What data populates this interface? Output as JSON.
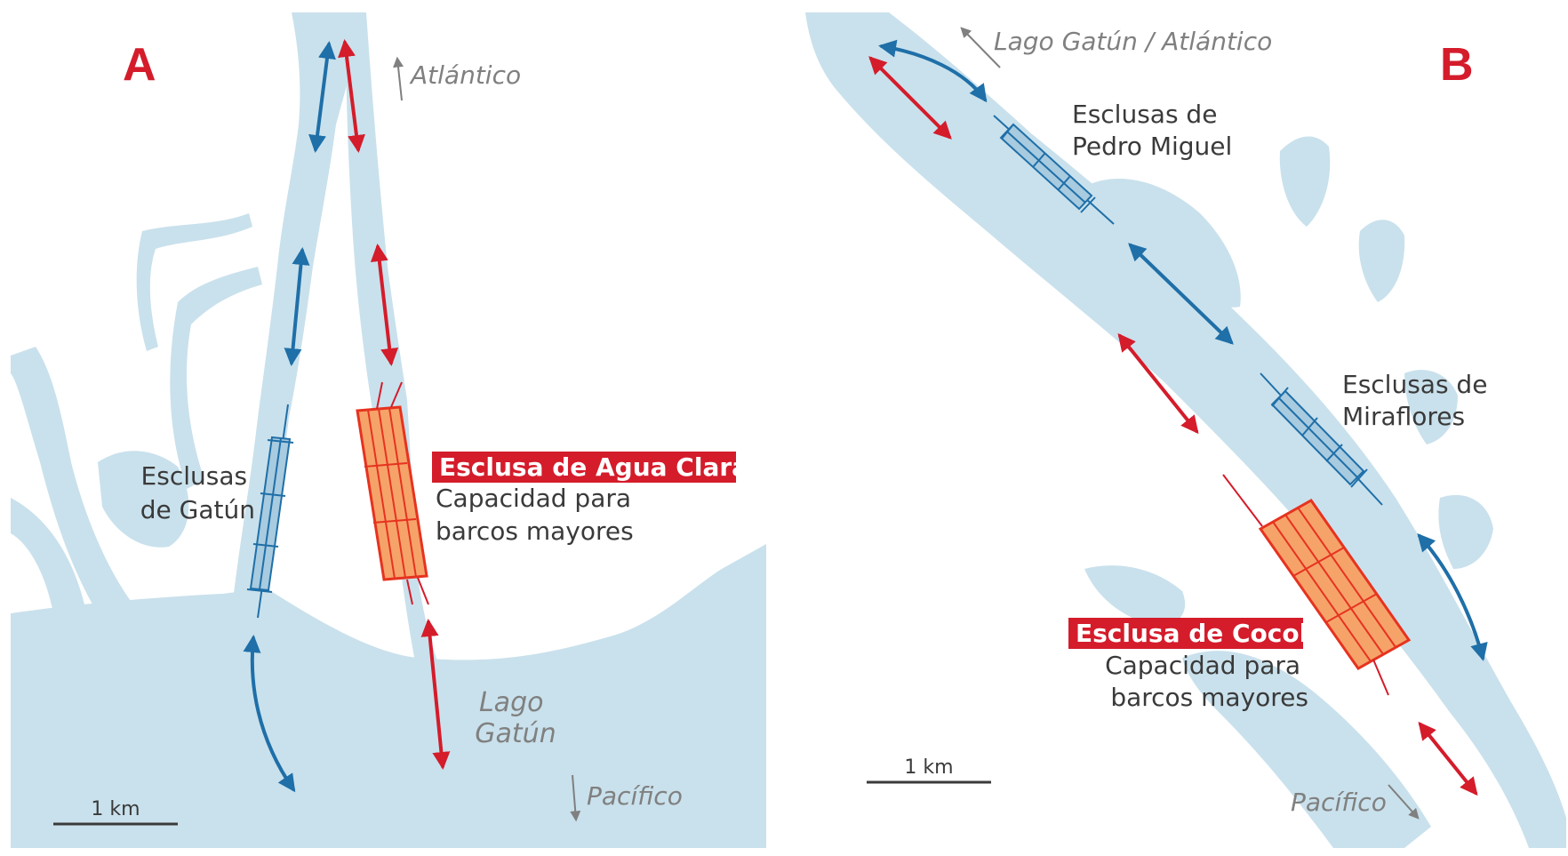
{
  "colors": {
    "water": "#c9e1ec",
    "canal_blue": "#1f6fa8",
    "canal_red": "#d41c2b",
    "new_lock_fill": "#f6a36a",
    "new_lock_stroke": "#e6331f",
    "label_text": "#3a3a3a",
    "direction_text": "#808080"
  },
  "icons": {
    "direction_arrow": "thin-arrow-icon",
    "route_arrow": "double-headed-arrow-icon"
  },
  "panel_a": {
    "letter": "A",
    "north_direction": "Atlántico",
    "south_direction": "Pacífico",
    "lake_line1": "Lago",
    "lake_line2": "Gatún",
    "old_lock_line1": "Esclusas",
    "old_lock_line2": "de Gatún",
    "new_lock_title": "Esclusa de Agua Clara",
    "new_lock_desc1": "Capacidad para",
    "new_lock_desc2": "barcos mayores",
    "scale_label": "1 km"
  },
  "panel_b": {
    "letter": "B",
    "north_direction": "Lago Gatún / Atlántico",
    "south_direction": "Pacífico",
    "lock1_line1": "Esclusas de",
    "lock1_line2": "Pedro Miguel",
    "lock2_line1": "Esclusas de",
    "lock2_line2": "Miraflores",
    "new_lock_title": "Esclusa de Cocolí",
    "new_lock_desc1": "Capacidad para",
    "new_lock_desc2": "barcos mayores",
    "scale_label": "1 km"
  }
}
